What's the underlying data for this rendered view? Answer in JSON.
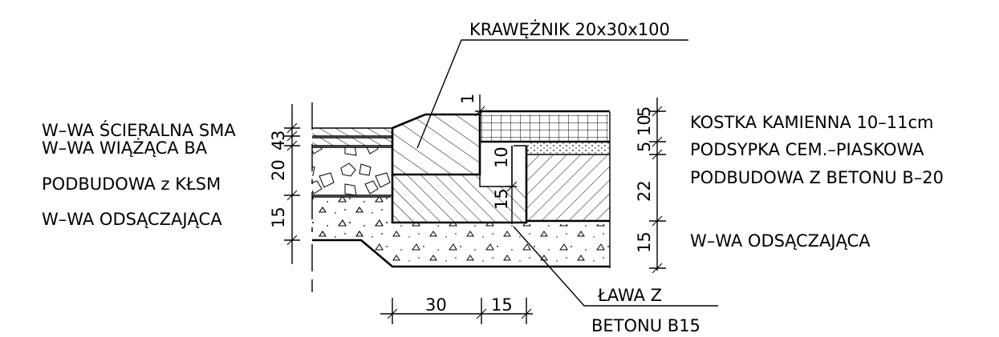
{
  "labels": {
    "curb": "KRAWĘŻNIK 20x30x100",
    "wearing_course": "W–WA ŚCIERALNA SMA",
    "binder_course": "W–WA WIĄŻĄCA BA",
    "left_base": "PODBUDOWA z KŁSM",
    "left_drainage": "W–WA ODSĄCZAJĄCA",
    "paving": "KOSTKA KAMIENNA 10–11cm",
    "bedding": "PODSYPKA CEM.–PIASKOWA",
    "right_base": "PODBUDOWA Z BETONU B–20",
    "right_drainage": "W–WA ODSĄCZAJĄCA",
    "bench_line1": "ŁAWA Z",
    "bench_line2": "BETONU B15"
  },
  "dimensions": {
    "left_4": "4",
    "left_3": "3",
    "left_20": "20",
    "left_15": "15",
    "top_1": "1",
    "mid_10": "10",
    "mid_15": "15",
    "right_10": "10",
    "right_5a": "5",
    "right_5b": "5",
    "right_22": "22",
    "right_15": "15",
    "bottom_30": "30",
    "bottom_15": "15"
  }
}
